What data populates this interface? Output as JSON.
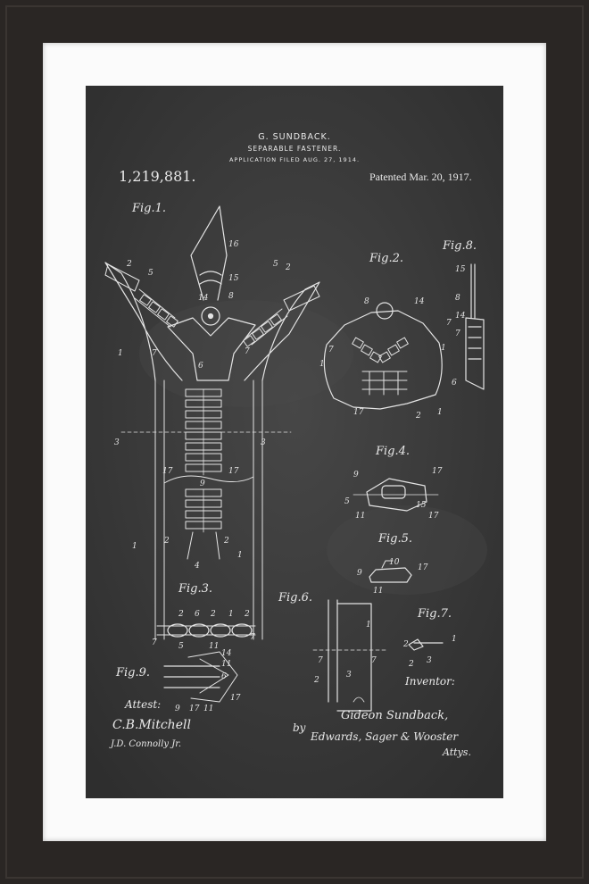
{
  "header": {
    "inventor_name": "G. SUNDBACK.",
    "title": "SEPARABLE FASTENER.",
    "filed": "APPLICATION FILED AUG. 27, 1914."
  },
  "patent_number": "1,219,881.",
  "patent_date": "Patented Mar. 20, 1917.",
  "figures": {
    "fig1": "Fig.1.",
    "fig2": "Fig.2.",
    "fig3": "Fig.3.",
    "fig4": "Fig.4.",
    "fig5": "Fig.5.",
    "fig6": "Fig.6.",
    "fig7": "Fig.7.",
    "fig8": "Fig.8.",
    "fig9": "Fig.9."
  },
  "signatures": {
    "attest_label": "Attest:",
    "witness1": "C.B.Mitchell",
    "witness2": "J.D. Connolly Jr.",
    "inventor_label": "Inventor:",
    "inventor_sig": "Gideon Sundback,",
    "by_label": "by",
    "attorneys_sig": "Edwards, Sager & Wooster",
    "attys_label": "Attys."
  },
  "colors": {
    "frame": "#2a2624",
    "mat": "#fbfbfb",
    "board": "#3c3c3c",
    "chalk": "#e9e9e9"
  }
}
